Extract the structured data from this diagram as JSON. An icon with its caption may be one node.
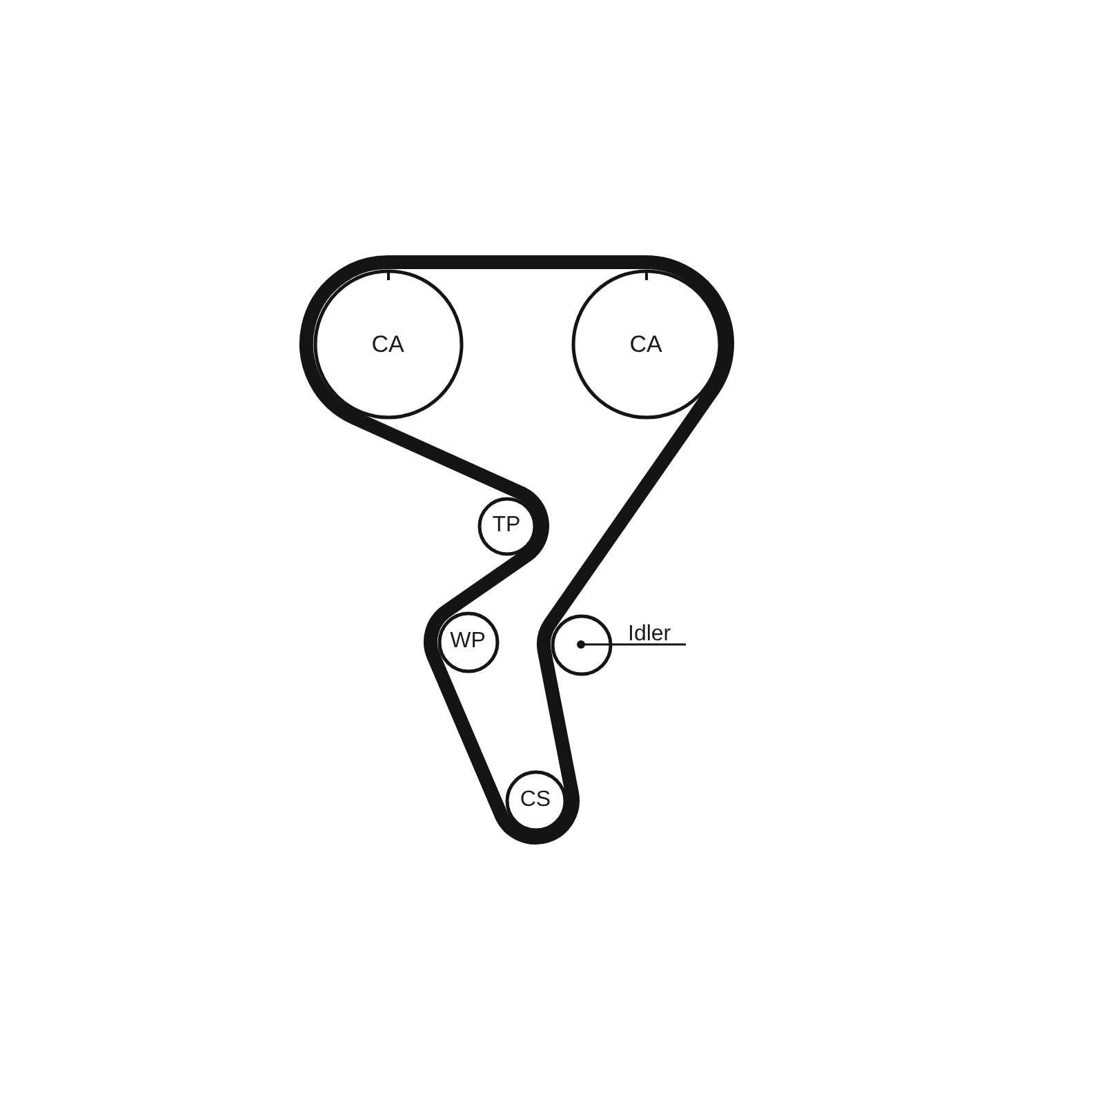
{
  "diagram": {
    "nodes": [
      {
        "text": [
          "CA"
        ]
      },
      {
        "text": [
          "CA"
        ]
      },
      {
        "text": [
          "TP"
        ]
      },
      {
        "text": [
          "WP"
        ]
      },
      {
        "text": [],
        "shape": "circle"
      },
      {
        "text": [
          "Idler"
        ]
      },
      {
        "text": [
          "CS"
        ]
      }
    ],
    "edges": [
      {
        "from": 5,
        "to": 4,
        "arrow": "other"
      }
    ]
  }
}
